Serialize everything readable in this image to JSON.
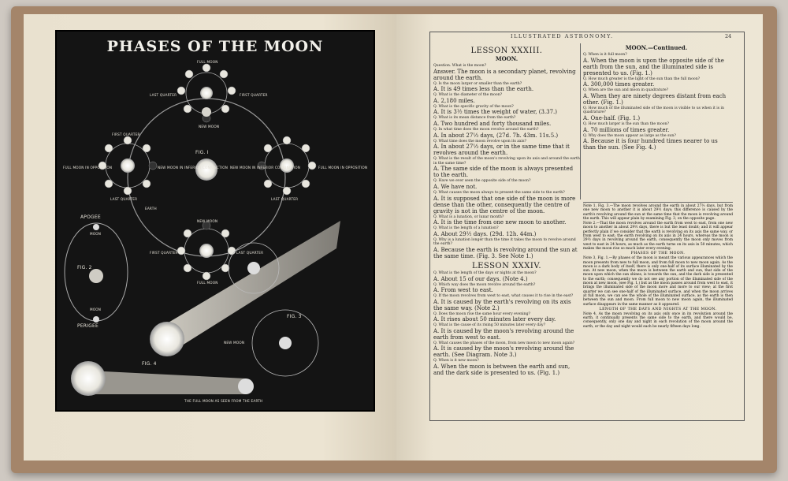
{
  "plate": {
    "title": "PHASES OF THE MOON",
    "labels": {
      "full_moon_top": "FULL MOON",
      "last_quarter_top": "LAST QUARTER",
      "first_quarter_top": "FIRST QUARTER",
      "new_moon_top": "NEW MOON",
      "first_quarter_left": "FIRST QUARTER",
      "full_moon_left": "FULL MOON IN OPPOSITION",
      "new_moon_inferior": "NEW MOON IN INFERIOR CONJUNCTION",
      "fig1": "FIG. I",
      "new_moon_inferior_right": "NEW MOON IN INFERIOR CONJUNCTION",
      "full_moon_right": "FULL MOON IN OPPOSITION",
      "last_quarter_right": "LAST QUARTER",
      "last_quarter_mid": "LAST QUARTER",
      "new_moon_mid": "NEW MOON",
      "earth": "EARTH",
      "apogee": "APOGEE",
      "moon_top": "MOON",
      "fig2": "FIG. 2",
      "moon_bottom": "MOON",
      "perigee": "PERIGEE",
      "first_quarter_bottom": "FIRST QUARTER",
      "last_quarter_bottom": "LAST QUARTER",
      "full_moon_bottom": "FULL MOON",
      "fig3": "FIG. 3",
      "new_moon_fig3": "NEW MOON",
      "fig4": "FIG. 4",
      "caption": "THE FULL MOON AS SEEN FROM THE EARTH"
    }
  },
  "right_page": {
    "running_head": "ILLUSTRATED ASTRONOMY.",
    "page_number": "24",
    "lesson1": {
      "heading": "LESSON XXXIII.",
      "subheading": "MOON."
    },
    "col_a": [
      {
        "q": "Question. What is the moon?",
        "a": "Answer. The moon is a secondary planet, revolving around the earth."
      },
      {
        "q": "Q. Is the moon larger or smaller than the earth?",
        "a": "A. It is 49 times less than the earth."
      },
      {
        "q": "Q. What is the diameter of the moon?",
        "a": "A. 2,180 miles."
      },
      {
        "q": "Q. What is the specific gravity of the moon?",
        "a": "A. It is 3½ times the weight of water, (3.37.)"
      },
      {
        "q": "Q. What is its mean distance from the earth?",
        "a": "A. Two hundred and forty thousand miles."
      },
      {
        "q": "Q. In what time does the moon revolve around the earth?",
        "a": "A. In about 27⅓ days, (27d. 7h. 43m. 11s.5.)"
      },
      {
        "q": "Q. What time does the moon revolve upon its axis?",
        "a": "A. In about 27⅓ days, or in the same time that it revolves around the earth."
      },
      {
        "q": "Q. What is the result of the moon's revolving upon its axis and around the earth in the same time?",
        "a": "A. The same side of the moon is always presented to the earth."
      },
      {
        "q": "Q. Have we ever seen the opposite side of the moon?",
        "a": "A. We have not."
      },
      {
        "q": "Q. What causes the moon always to present the same side to the earth?",
        "a": "A. It is supposed that one side of the moon is more dense than the other, consequently the centre of gravity is not in the centre of the moon."
      },
      {
        "q": "Q. What is a lunation, or lunar month?",
        "a": "A. It is the time from one new moon to another."
      },
      {
        "q": "Q. What is the length of a lunation?",
        "a": "A. About 29½ days. (29d. 12h. 44m.)"
      },
      {
        "q": "Q. Why is a lunation longer than the time it takes the moon to revolve around the earth?",
        "a": "A. Because the earth is revolving around the sun at the same time. (Fig. 3. See Note 1.)"
      }
    ],
    "lesson2": {
      "heading": "LESSON XXXIV."
    },
    "col_a2": [
      {
        "q": "Q. What is the length of the days or nights at the moon?",
        "a": "A. About 15 of our days. (Note 4.)"
      },
      {
        "q": "Q. Which way does the moon revolve around the earth?",
        "a": "A. From west to east."
      },
      {
        "q": "Q. If the moon revolves from west to east, what causes it to rise in the east?",
        "a": "A. It is caused by the earth's revolving on its axis the same way. (Note 2.)"
      },
      {
        "q": "Q. Does the moon rise the same hour every evening?",
        "a": "A. It rises about 50 minutes later every day."
      },
      {
        "q": "Q. What is the cause of its rising 50 minutes later every day?",
        "a": "A. It is caused by the moon's revolving around the earth from west to east."
      },
      {
        "q": "Q. What causes the phases of the moon, from new moon to new moon again?",
        "a": "A. It is caused by the moon's revolving around the earth. (See Diagram. Note 3.)"
      },
      {
        "q": "Q. When is it new moon?",
        "a": "A. When the moon is between the earth and sun, and the dark side is presented to us. (Fig. 1.)"
      }
    ],
    "col_b_head": "MOON.—Continued.",
    "col_b": [
      {
        "q": "Q. When is it full moon?",
        "a": "A. When the moon is upon the opposite side of the earth from the sun, and the illuminated side is presented to us. (Fig. 1.)"
      },
      {
        "q": "Q. How much greater is the light of the sun than the full moon?",
        "a": "A. 300,000 times greater."
      },
      {
        "q": "Q. When are the sun and moon in quadrature?",
        "a": "A. When they are ninety degrees distant from each other. (Fig. 1.)"
      },
      {
        "q": "Q. How much of the illuminated side of the moon is visible to us when it is in quadrature?",
        "a": "A. One-half. (Fig. 1.)"
      },
      {
        "q": "Q. How much larger is the sun than the moon?",
        "a": "A. 70 millions of times greater."
      },
      {
        "q": "Q. Why does the moon appear as large as the sun?",
        "a": "A. Because it is four hundred times nearer to us than the sun. (See Fig. 4.)"
      }
    ],
    "notes": [
      "Note 1, Fig. 3.—The moon revolves around the earth in about 27⅓ days, but from one new moon to another it is about 29½ days; this difference is caused by the earth's revolving around the sun at the same time that the moon is revolving around the earth. This will appear plain by examining Fig. 3, on the opposite page.",
      "Note 2.—That the moon revolves around the earth from west to east, from one new moon to another in about 29½ days, there is but the least doubt; and it will appear perfectly plain if we consider that the earth is revolving on its axis the same way, or from west to east; the earth revolving on its axis in 24 hours, whereas the moon is 29½ days in revolving around the earth, consequently the moon only moves from west to east in 24 hours, as much as the earth turns on its axis in 50 minutes, which makes the moon rise so much later every evening.",
      "PHASES OF THE MOON.",
      "Note 3, Fig. 1.—By phases of the moon is meant the various appearances which the moon presents from new to full moon, and from full moon to new moon again. As the moon is a dark body of itself, there is only one-half of its surface illuminated by the sun. At new moon, when the moon is between the earth and sun, that side of the moon upon which the sun shines, is towards the sun, and the dark side is presented to the earth; consequently we do not see any portion of the illuminated side of the moon at new moon, (see Fig. 1.) but as the moon passes around from west to east, it brings the illuminated side of the moon more and more to our view; at the first quarter we can see one-half of the illuminated surface, and when the moon arrives at full moon, we can see the whole of the illuminated surface, as the earth is then between the sun and moon. From full moon to new moon again, the illuminated surface disappears in the same manner as it appeared.",
      "LENGTH OF THE DAYS AND NIGHTS AT THE MOON.",
      "Note 4. As the moon revolving on its axis only once in its revolution around the earth, it continually presents the same side to the earth, and there would be, consequently, only one day and night in each revolution of the moon around the earth, or the day and night would each be nearly fifteen days long."
    ]
  }
}
